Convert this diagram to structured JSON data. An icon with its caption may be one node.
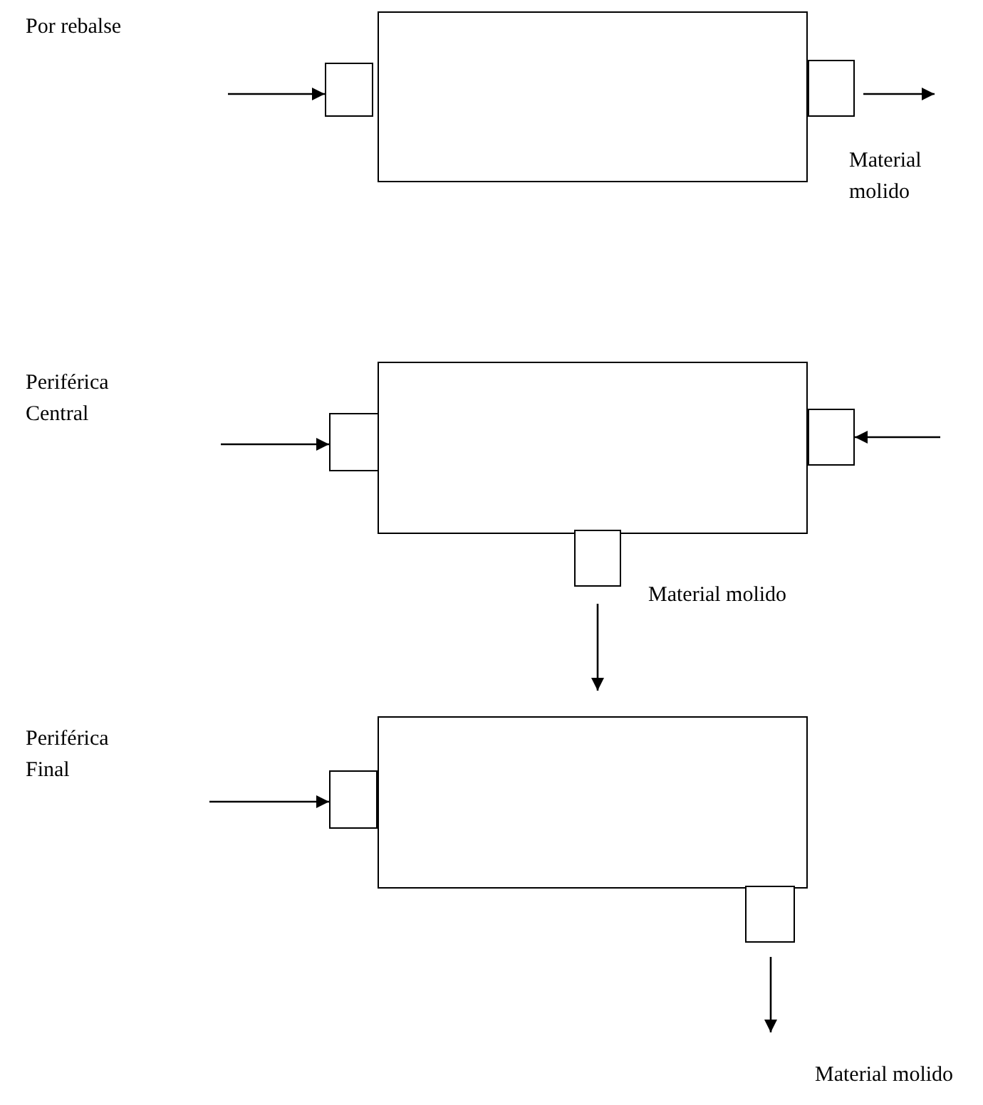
{
  "diagram": {
    "nodes": [
      {
        "text": [],
        "shape": "box"
      },
      {
        "text": [],
        "shape": "box"
      },
      {
        "text": [],
        "shape": "box"
      },
      {
        "text": [],
        "shape": "box"
      },
      {
        "text": [],
        "shape": "box"
      },
      {
        "text": [],
        "shape": "box"
      },
      {
        "text": [],
        "shape": "box"
      },
      {
        "text": [],
        "shape": "box"
      },
      {
        "text": [],
        "shape": "box"
      },
      {
        "text": [],
        "shape": "box"
      }
    ],
    "edges": [
      {
        "from": null,
        "to": 1,
        "arrow": "to"
      },
      {
        "from": 2,
        "to": null,
        "arrow": "to"
      },
      {
        "from": null,
        "to": 4,
        "arrow": "to"
      },
      {
        "from": null,
        "to": 5,
        "arrow": "to"
      },
      {
        "from": 6,
        "to": 7,
        "arrow": "to"
      },
      {
        "from": null,
        "to": 8,
        "arrow": "to"
      },
      {
        "from": 9,
        "to": null,
        "arrow": "to"
      }
    ],
    "labels": [
      "Por rebalse",
      "Material molido",
      "Periférica Central",
      "Material molido",
      "Periférica Final",
      "Material molido"
    ]
  }
}
